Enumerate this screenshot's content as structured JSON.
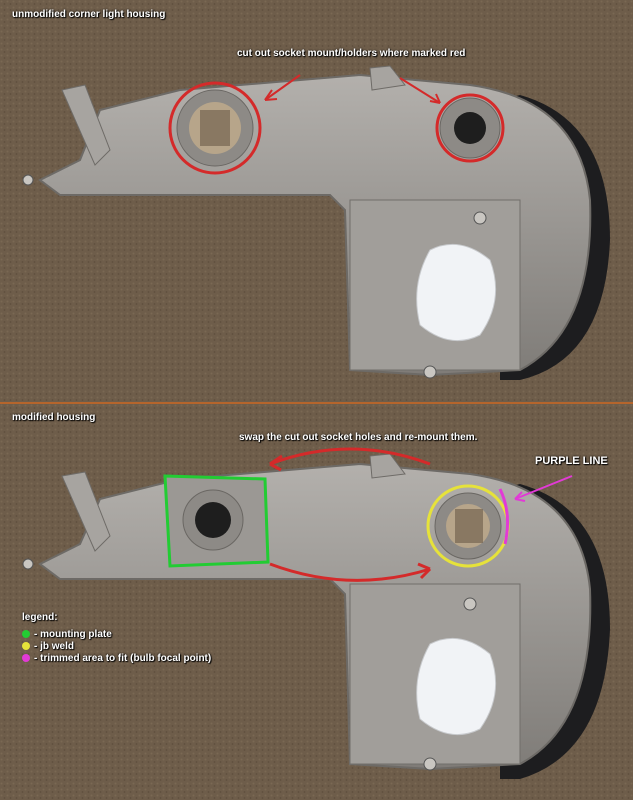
{
  "top_panel": {
    "title": "unmodified corner light housing",
    "annotation": "cut out socket mount/holders where marked red"
  },
  "bottom_panel": {
    "title": "modified housing",
    "annotation": "swap the cut out socket holes and re-mount them.",
    "purple_label": "PURPLE LINE",
    "legend": {
      "title": "legend:",
      "items": [
        {
          "color": "#22cc33",
          "text": "-  mounting plate"
        },
        {
          "color": "#e6e23a",
          "text": "-  jb weld"
        },
        {
          "color": "#e23ad6",
          "text": "-  trimmed area to fit (bulb focal point)"
        }
      ]
    }
  },
  "colors": {
    "red_marker": "#d42a2a",
    "green_marker": "#22cc33",
    "yellow_marker": "#e6e23a",
    "purple_marker": "#e23ad6",
    "carpet": "#6d5c49",
    "housing": "#9a9794"
  }
}
